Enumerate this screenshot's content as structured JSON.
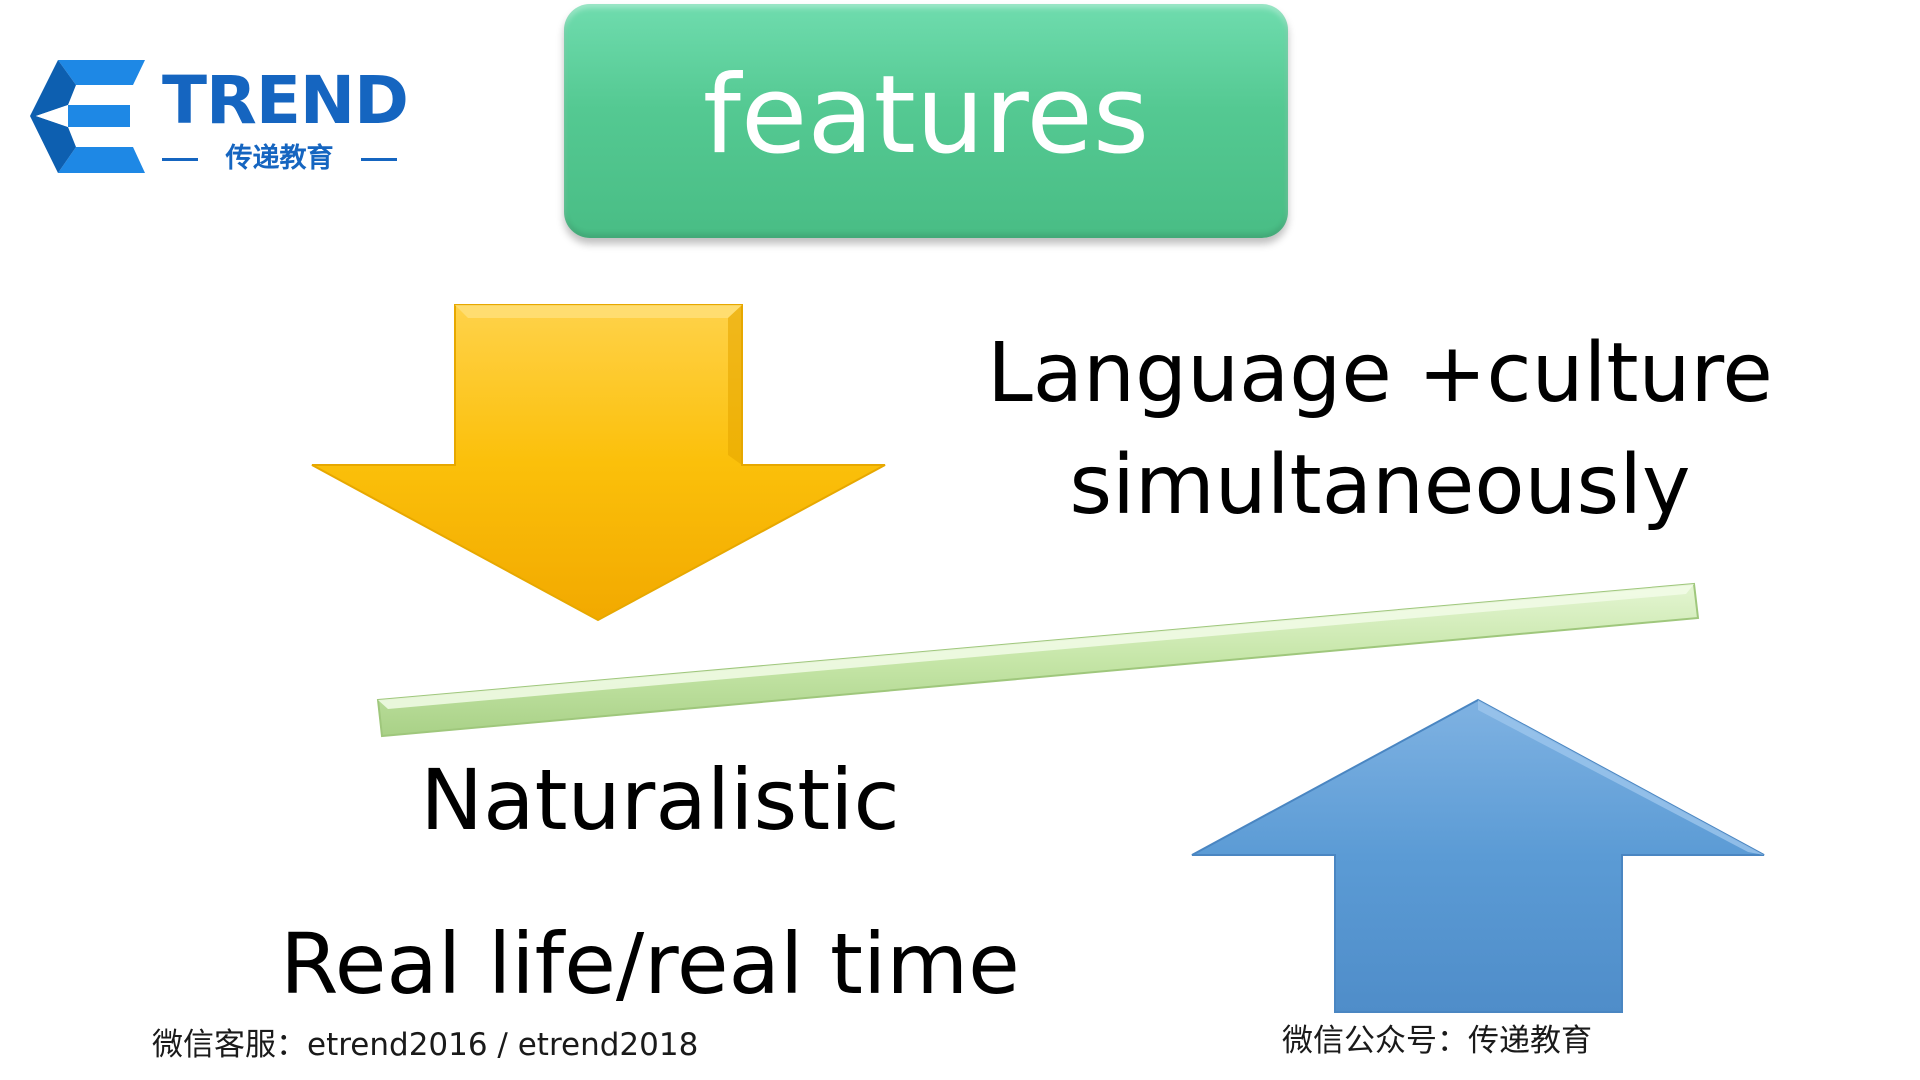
{
  "logo": {
    "word": "TREND",
    "subtitle": "传递教育",
    "brand_color": "#1565c0"
  },
  "title": {
    "text": "features",
    "bg_color": "#54c992"
  },
  "balance": {
    "down_arrow_color": "#fbc00a",
    "up_arrow_color": "#5b9bd5",
    "beam_color": "#c6e6a8"
  },
  "texts": {
    "language_culture_line1": "Language +culture",
    "language_culture_line2": "simultaneously",
    "naturalistic": "Naturalistic",
    "real_life": "Real life/real time"
  },
  "footer": {
    "service": "微信客服：etrend2016 / etrend2018",
    "official_account": "微信公众号：传递教育"
  }
}
